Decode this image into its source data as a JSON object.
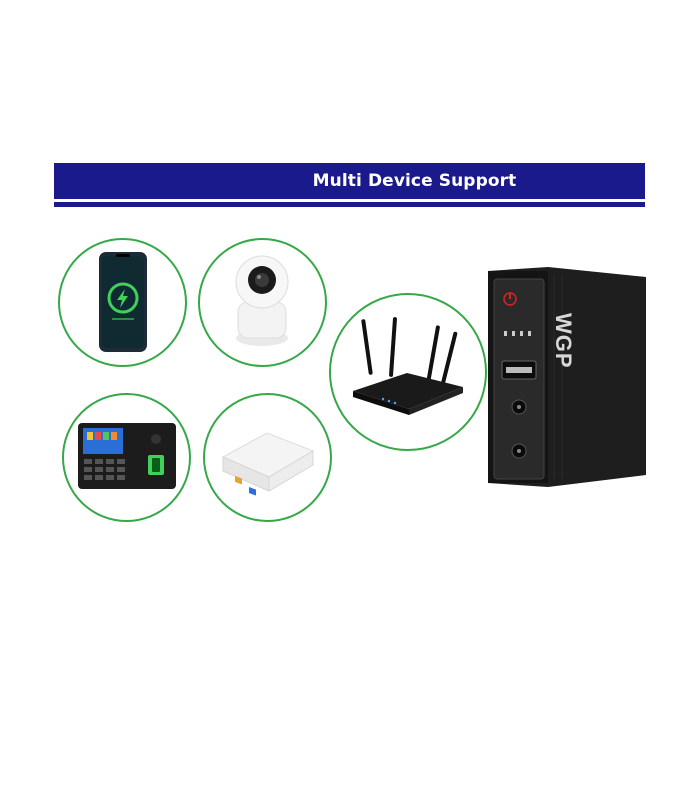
{
  "banner": {
    "title": "Multi Device Support"
  },
  "devices": [
    {
      "name": "smartphone",
      "icon": "smartphone-charging-icon"
    },
    {
      "name": "security-camera",
      "icon": "camera-icon"
    },
    {
      "name": "wifi-router",
      "icon": "router-icon"
    },
    {
      "name": "attendance-terminal",
      "icon": "fingerprint-terminal-icon"
    },
    {
      "name": "onu-modem",
      "icon": "modem-icon"
    }
  ],
  "ups": {
    "brand": "WGP"
  },
  "colors": {
    "banner": "#1b1a8c",
    "circle_border": "#35a848",
    "charge": "#3fd15a"
  }
}
